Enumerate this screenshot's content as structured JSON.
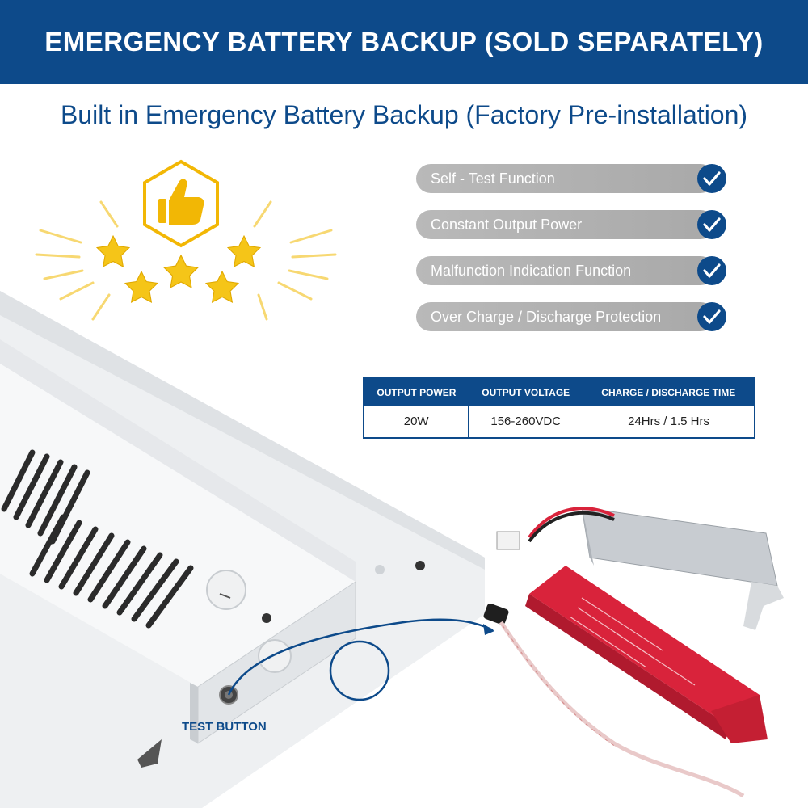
{
  "header": {
    "title": "EMERGENCY BATTERY BACKUP (SOLD SEPARATELY)"
  },
  "subtitle": "Built in Emergency Battery Backup (Factory Pre-installation)",
  "features": [
    "Self - Test Function",
    "Constant Output Power",
    "Malfunction Indication Function",
    "Over Charge / Discharge Protection"
  ],
  "specs": {
    "headers": [
      "OUTPUT POWER",
      "OUTPUT VOLTAGE",
      "CHARGE / DISCHARGE TIME"
    ],
    "values": [
      "20W",
      "156-260VDC",
      "24Hrs / 1.5 Hrs"
    ]
  },
  "photo": {
    "callout_label": "TEST BUTTON"
  },
  "icons": [
    "thumbs-up-icon",
    "star-icon",
    "check-circle-icon"
  ],
  "colors": {
    "brand_blue": "#0d4a8a",
    "pill_gray": "#b0b0b0",
    "star_gold": "#f2b705",
    "driver_red": "#d9233b"
  }
}
